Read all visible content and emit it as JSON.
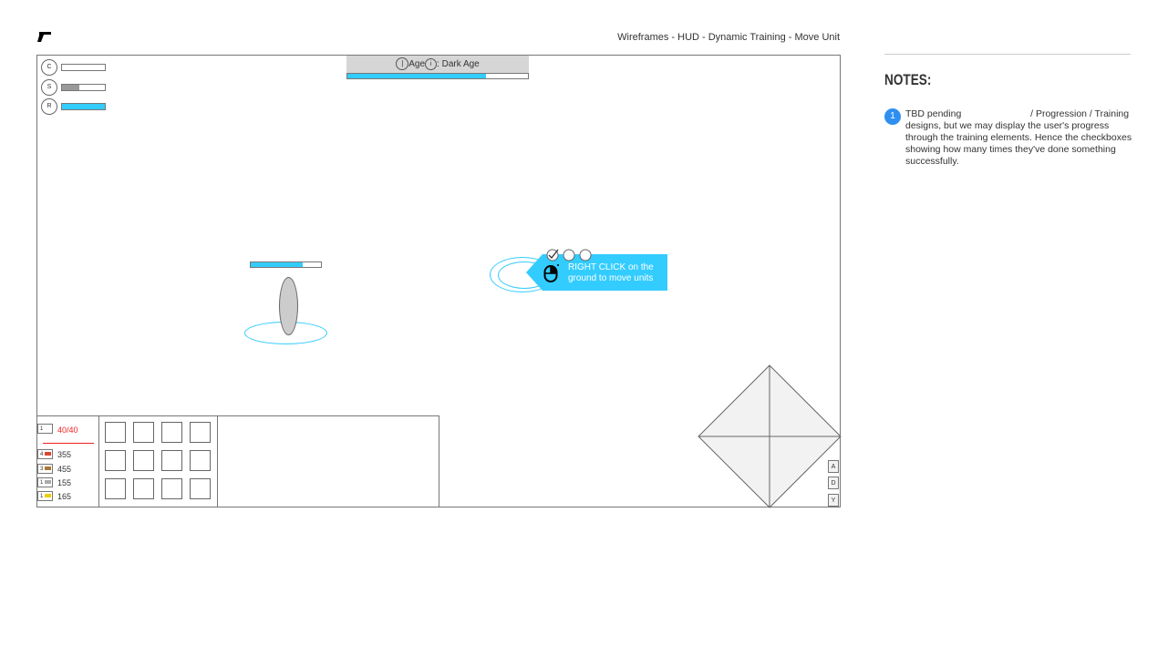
{
  "header": {
    "title": "Wireframes - HUD - Dynamic Training - Move Unit",
    "logo_icon": "pistol-logo-icon"
  },
  "stats": [
    {
      "label": "C",
      "fill": 0
    },
    {
      "label": "S",
      "fill": 0.4,
      "color": "#999999"
    },
    {
      "label": "R",
      "fill": 1,
      "color": "#33ccff"
    }
  ],
  "age": {
    "prefix": "Age",
    "value": ": Dark Age",
    "progress": 0.77,
    "color": "#33ccff"
  },
  "unit": {
    "health": 0.74
  },
  "tooltip": {
    "text_line1": "RIGHT CLICK on the",
    "text_line2": "ground to move units",
    "progress": [
      true,
      false,
      false
    ],
    "icon": "mouse-right-click-icon",
    "color": "#33ccff"
  },
  "population": {
    "count": "1",
    "value": "40/40",
    "color": "#ee2222"
  },
  "resources": [
    {
      "count": "4",
      "value": "355",
      "icon": "food-icon",
      "color": "#dd4433"
    },
    {
      "count": "3",
      "value": "455",
      "icon": "wood-icon",
      "color": "#aa7733"
    },
    {
      "count": "1",
      "value": "155",
      "icon": "stone-icon",
      "color": "#aaaaaa"
    },
    {
      "count": "1",
      "value": "165",
      "icon": "gold-icon",
      "color": "#eecc00"
    }
  ],
  "hotkeys": [
    "A",
    "D",
    "Y"
  ],
  "notes": {
    "heading": "NOTES:",
    "items": [
      {
        "number": "1",
        "text": "TBD pending                          / Progression / Training designs, but we may display the user's progress through the training elements. Hence the checkboxes showing how many times they've done something successfully."
      }
    ]
  }
}
